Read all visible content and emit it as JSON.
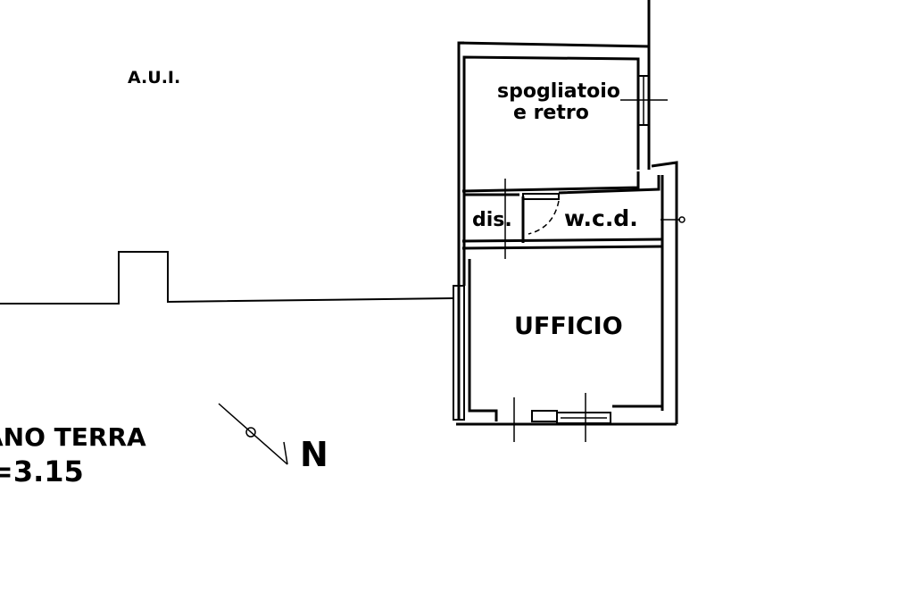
{
  "plan": {
    "area_label": "A.U.I.",
    "rooms": {
      "spogliatoio_line1": "spogliatoio",
      "spogliatoio_line2": "e retro",
      "dis": "dis.",
      "wcd": "w.c.d.",
      "ufficio": "UFFICIO"
    },
    "floor_title": "ANO TERRA",
    "height_label": "=3.15",
    "north_label": "N"
  },
  "colors": {
    "ink": "#000000",
    "paper": "#ffffff"
  }
}
